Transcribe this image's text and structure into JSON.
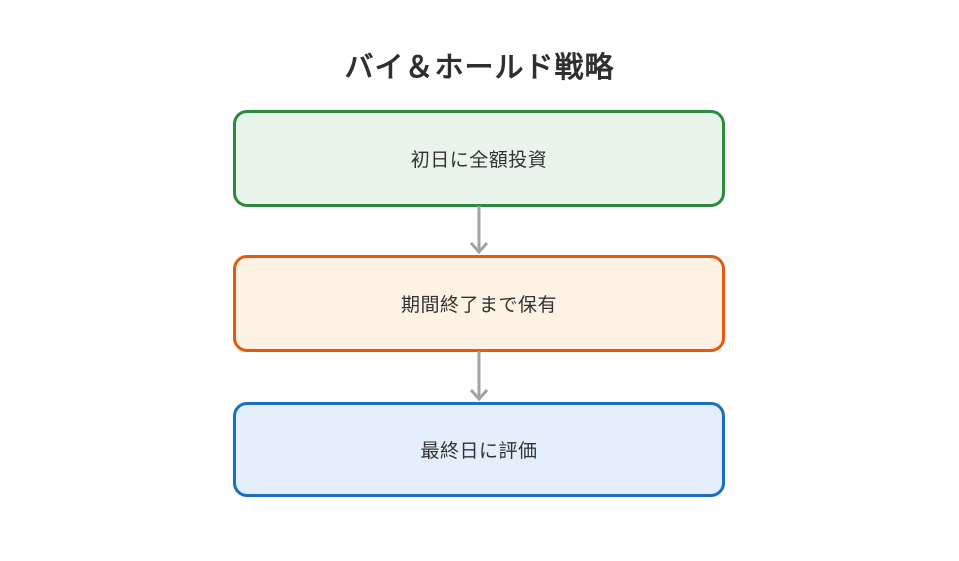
{
  "title": "バイ＆ホールド戦略",
  "flow": {
    "steps": [
      {
        "label": "初日に全額投資",
        "border": "#2e8b3d",
        "fill": "#e9f5ea"
      },
      {
        "label": "期間終了まで保有",
        "border": "#e8590c",
        "fill": "#fdf2e3"
      },
      {
        "label": "最終日に評価",
        "border": "#1b6ec2",
        "fill": "#e4effb"
      }
    ]
  },
  "colors": {
    "background": "#ffffff",
    "title": "#2f2f2f",
    "text": "#333333",
    "arrow": "#a3a3a3"
  }
}
